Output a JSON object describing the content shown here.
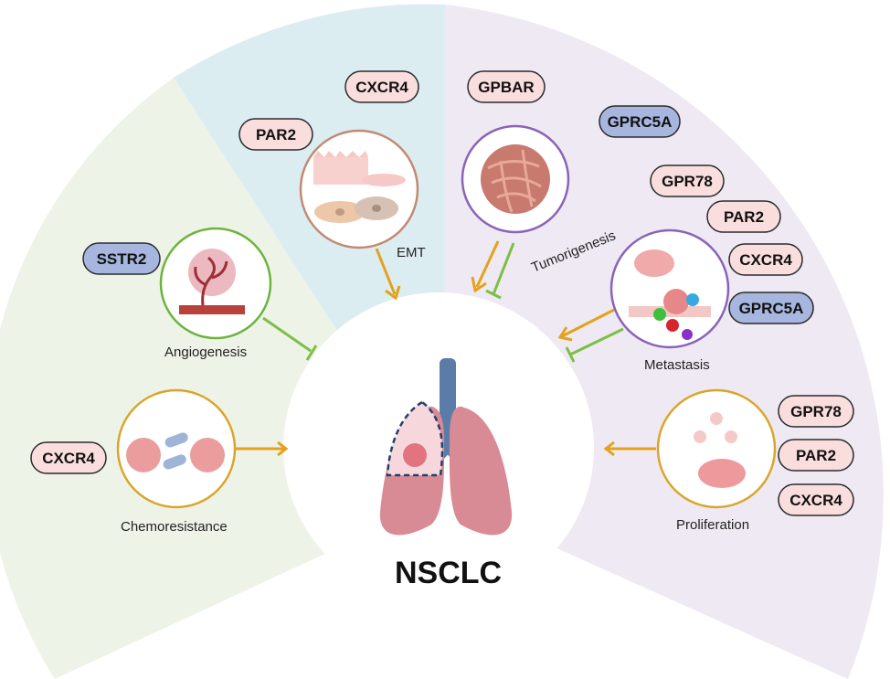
{
  "title": "NSCLC",
  "colors": {
    "sector_left": "#eef3e8",
    "sector_top": "#dcedf2",
    "sector_right": "#efe9f4",
    "pill_pink": "#f9dedd",
    "pill_blue": "#a6b6de",
    "promote_arrow": "#e3a21a",
    "inhibit_arrow": "#7dbf45",
    "ring_orange": "#d9a62b",
    "ring_green": "#6cb33f",
    "ring_purple": "#8a63b8",
    "ring_brown": "#c28a72"
  },
  "processes": {
    "emt": "EMT",
    "tumorigenesis": "Tumorigenesis",
    "angiogenesis": "Angiogenesis",
    "metastasis": "Metastasis",
    "chemoresistance": "Chemoresistance",
    "proliferation": "Proliferation"
  },
  "labels": {
    "emt_1": "PAR2",
    "emt_2": "CXCR4",
    "tumor_1": "GPBAR",
    "tumor_2": "GPRC5A",
    "angio_1": "SSTR2",
    "meta_1": "GPR78",
    "meta_2": "PAR2",
    "meta_3": "CXCR4",
    "meta_4": "GPRC5A",
    "chemo_1": "CXCR4",
    "prolif_1": "GPR78",
    "prolif_2": "PAR2",
    "prolif_3": "CXCR4"
  }
}
